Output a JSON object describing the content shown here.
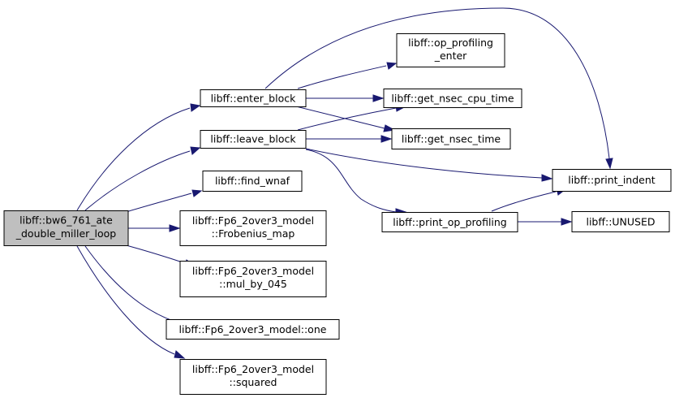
{
  "nodes": {
    "root": [
      "libff::bw6_761_ate",
      "_double_miller_loop"
    ],
    "enter_block": [
      "libff::enter_block"
    ],
    "leave_block": [
      "libff::leave_block"
    ],
    "find_wnaf": [
      "libff::find_wnaf"
    ],
    "frobenius": [
      "libff::Fp6_2over3_model",
      "::Frobenius_map"
    ],
    "mul_by_045": [
      "libff::Fp6_2over3_model",
      "::mul_by_045"
    ],
    "one": [
      "libff::Fp6_2over3_model::one"
    ],
    "squared": [
      "libff::Fp6_2over3_model",
      "::squared"
    ],
    "op_profiling_enter": [
      "libff::op_profiling",
      "_enter"
    ],
    "get_nsec_cpu_time": [
      "libff::get_nsec_cpu_time"
    ],
    "get_nsec_time": [
      "libff::get_nsec_time"
    ],
    "print_indent": [
      "libff::print_indent"
    ],
    "print_op_profiling": [
      "libff::print_op_profiling"
    ],
    "unused": [
      "libff::UNUSED"
    ]
  }
}
